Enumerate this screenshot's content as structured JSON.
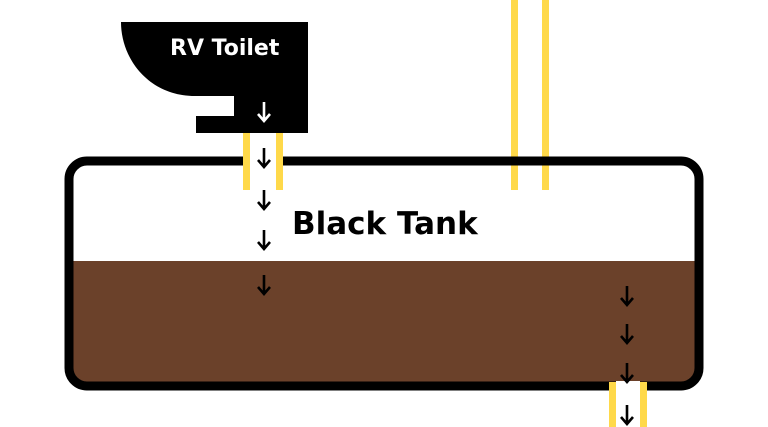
{
  "labels": {
    "toilet": "RV Toilet",
    "tank": "Black Tank"
  },
  "colors": {
    "pipe": "#FFD94A",
    "waste": "#6B412A",
    "outline": "#000000",
    "background": "#FFFFFF"
  },
  "tank_fill_level": 0.55
}
